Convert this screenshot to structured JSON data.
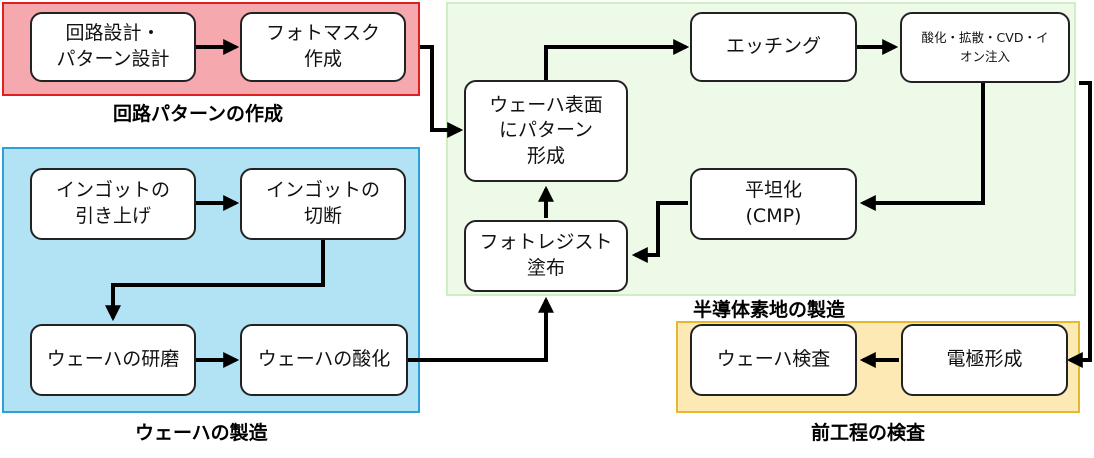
{
  "regions": {
    "circuit": {
      "title": "回路パターンの作成",
      "bg": "#f5a8ad",
      "border": "#e02020"
    },
    "wafer": {
      "title": "ウェーハの製造",
      "bg": "#b2e3f5",
      "border": "#2ca0d8"
    },
    "substrate": {
      "title": "半導体素地の製造",
      "bg": "#eefae8",
      "border": "#cfeec4"
    },
    "inspection": {
      "title": "前工程の検査",
      "bg": "#fde9b4",
      "border": "#e6b830"
    }
  },
  "boxes": {
    "circuit_design": "回路設計・\nパターン設計",
    "photomask": "フォトマスク\n作成",
    "ingot_pull": "インゴットの\n引き上げ",
    "ingot_cut": "インゴットの\n切断",
    "wafer_polish": "ウェーハの研磨",
    "wafer_oxide": "ウェーハの酸化",
    "pattern_form": "ウェーハ表面\nにパターン\n形成",
    "photoresist": "フォトレジスト\n塗布",
    "etching": "エッチング",
    "oxidation": "酸化・拡散・CVD・イ\nオン注入",
    "cmp": "平坦化\n(CMP)",
    "electrode": "電極形成",
    "wafer_inspect": "ウェーハ検査"
  }
}
